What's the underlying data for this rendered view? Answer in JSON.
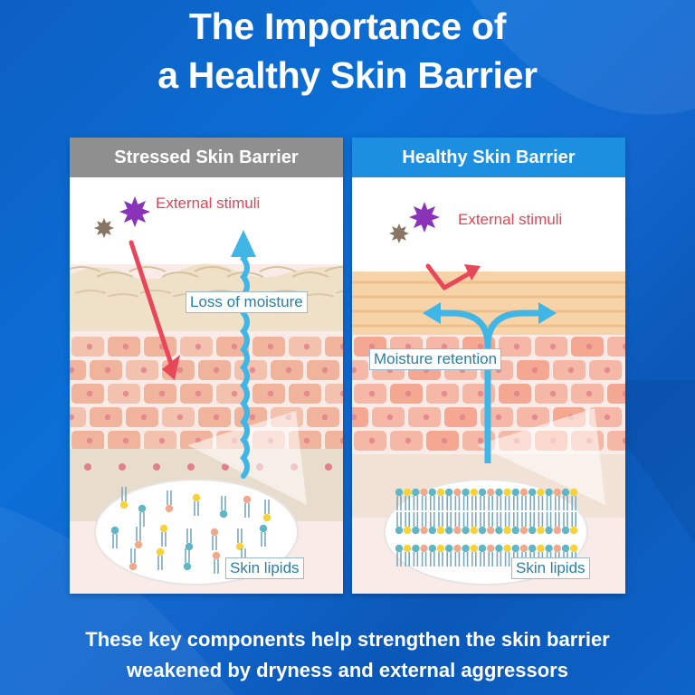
{
  "title": {
    "line1": "The Importance of",
    "line2": "a Healthy Skin Barrier"
  },
  "panels": {
    "stressed": {
      "heading": "Stressed Skin Barrier",
      "stimuli_label": "External stimuli",
      "moisture_label": "Loss of moisture",
      "lipids_label": "Skin lipids"
    },
    "healthy": {
      "heading": "Healthy Skin Barrier",
      "stimuli_label": "External stimuli",
      "moisture_label": "Moisture retention",
      "lipids_label": "Skin lipids"
    }
  },
  "caption": {
    "line1": "These key components help strengthen the skin barrier",
    "line2": "weakened by dryness and external aggressors"
  },
  "colors": {
    "background": "#0b6fd6",
    "stressed_header": "#8f8f8f",
    "healthy_header": "#1c8fe0",
    "stimuli_text": "#e24556",
    "label_text": "#2a7fa3",
    "moisture_arrow": "#3fb6e6",
    "stimuli_arrow": "#e8475a"
  }
}
